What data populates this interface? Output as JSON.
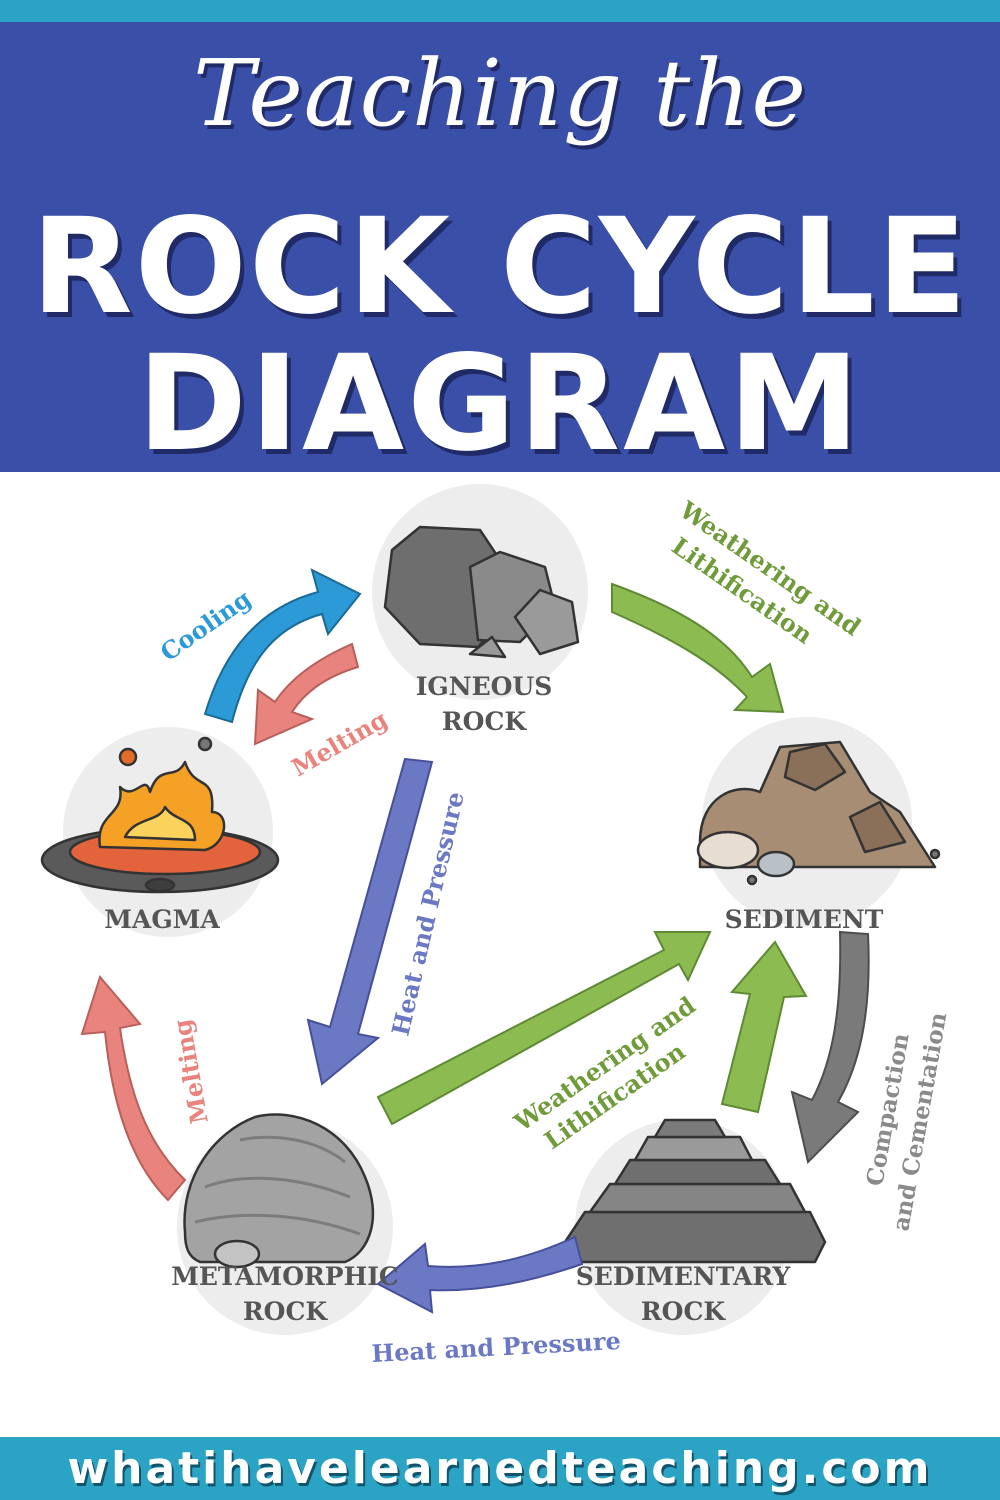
{
  "header": {
    "line1": "Teaching the",
    "line2": "ROCK CYCLE",
    "line3": "DIAGRAM"
  },
  "nodes": {
    "igneous": [
      "IGNEOUS",
      "ROCK"
    ],
    "magma": "MAGMA",
    "sediment": "SEDIMENT",
    "metamorphic": [
      "METAMORPHIC",
      "ROCK"
    ],
    "sedimentary": [
      "SEDIMENTARY",
      "ROCK"
    ]
  },
  "processes": {
    "cooling": "Cooling",
    "melting_top": "Melting",
    "melting_left": "Melting",
    "weathering_top": [
      "Weathering and",
      "Lithification"
    ],
    "heat_pressure_center": "Heat and Pressure",
    "weathering_center": [
      "Weathering and",
      "Lithification"
    ],
    "compaction": [
      "Compaction",
      "and Cementation"
    ],
    "heat_pressure_bottom": "Heat and Pressure"
  },
  "colors": {
    "cooling": "#2b9ad6",
    "melting": "#e8837e",
    "weathering": "#8cbb52",
    "heat_pressure": "#6b78c4",
    "compaction": "#7a7a7a",
    "header_bg": "#3a4fa8",
    "stripe": "#2aa3c4"
  },
  "footer": {
    "url": "whatihavelearnedteaching.com"
  }
}
